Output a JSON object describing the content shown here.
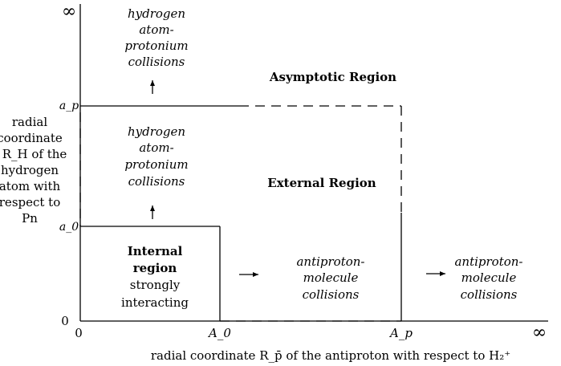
{
  "axes": {
    "y_axis_label": [
      "radial",
      "coordinate",
      "R_H of the",
      "hydrogen",
      "atom with",
      "respect to",
      "Pn"
    ],
    "y_ticks": {
      "infinity": "∞",
      "a_p": "a_p",
      "a_0": "a_0",
      "zero": "0"
    },
    "x_ticks": {
      "zero": "0",
      "A_0": "A_0",
      "A_p": "A_p",
      "infinity": "∞"
    },
    "x_axis_label": "radial coordinate R_p̄ of the antiproton with respect to H₂⁺"
  },
  "regions": {
    "asymptotic": "Asymptotic Region",
    "external": "External Region",
    "internal": [
      "Internal",
      "region",
      "strongly",
      "interacting"
    ]
  },
  "collision_labels": {
    "hydrogen_top": [
      "hydrogen",
      "atom-",
      "protonium",
      "collisions"
    ],
    "hydrogen_middle": [
      "hydrogen",
      "atom-",
      "protonium",
      "collisions"
    ],
    "antiproton_external": [
      "antiproton-",
      "molecule",
      "collisions"
    ],
    "antiproton_asymptotic": [
      "antiproton-",
      "molecule",
      "collisions"
    ]
  }
}
